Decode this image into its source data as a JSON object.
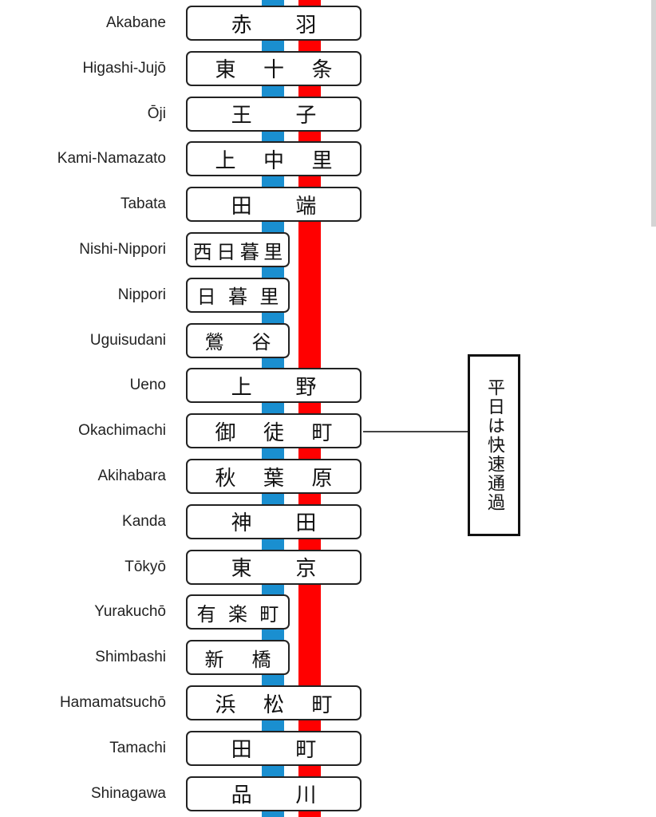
{
  "stations": [
    {
      "romaji": "Akabane",
      "kanji": [
        "赤",
        "羽"
      ],
      "rapid_stop": true
    },
    {
      "romaji": "Higashi-Jujō",
      "kanji": [
        "東",
        "十",
        "条"
      ],
      "rapid_stop": true
    },
    {
      "romaji": "Ōji",
      "kanji": [
        "王",
        "子"
      ],
      "rapid_stop": true
    },
    {
      "romaji": "Kami-Namazato",
      "kanji": [
        "上",
        "中",
        "里"
      ],
      "rapid_stop": true
    },
    {
      "romaji": "Tabata",
      "kanji": [
        "田",
        "端"
      ],
      "rapid_stop": true
    },
    {
      "romaji": "Nishi-Nippori",
      "kanji": [
        "西",
        "日",
        "暮",
        "里"
      ],
      "rapid_stop": false
    },
    {
      "romaji": "Nippori",
      "kanji": [
        "日",
        "暮",
        "里"
      ],
      "rapid_stop": false
    },
    {
      "romaji": "Uguisudani",
      "kanji": [
        "鶯",
        "谷"
      ],
      "rapid_stop": false
    },
    {
      "romaji": "Ueno",
      "kanji": [
        "上",
        "野"
      ],
      "rapid_stop": true
    },
    {
      "romaji": "Okachimachi",
      "kanji": [
        "御",
        "徒",
        "町"
      ],
      "rapid_stop": true
    },
    {
      "romaji": "Akihabara",
      "kanji": [
        "秋",
        "葉",
        "原"
      ],
      "rapid_stop": true
    },
    {
      "romaji": "Kanda",
      "kanji": [
        "神",
        "田"
      ],
      "rapid_stop": true
    },
    {
      "romaji": "Tōkyō",
      "kanji": [
        "東",
        "京"
      ],
      "rapid_stop": true
    },
    {
      "romaji": "Yurakuchō",
      "kanji": [
        "有",
        "楽",
        "町"
      ],
      "rapid_stop": false
    },
    {
      "romaji": "Shimbashi",
      "kanji": [
        "新",
        "橋"
      ],
      "rapid_stop": false
    },
    {
      "romaji": "Hamamatsuchō",
      "kanji": [
        "浜",
        "松",
        "町"
      ],
      "rapid_stop": true
    },
    {
      "romaji": "Tamachi",
      "kanji": [
        "田",
        "町"
      ],
      "rapid_stop": true
    },
    {
      "romaji": "Shinagawa",
      "kanji": [
        "品",
        "川"
      ],
      "rapid_stop": true
    }
  ],
  "note": {
    "text": "平日は快速通過",
    "attached_to": "Okachimachi"
  },
  "colors": {
    "blue_line": "#1a8fd0",
    "red_line": "#ff0000"
  }
}
